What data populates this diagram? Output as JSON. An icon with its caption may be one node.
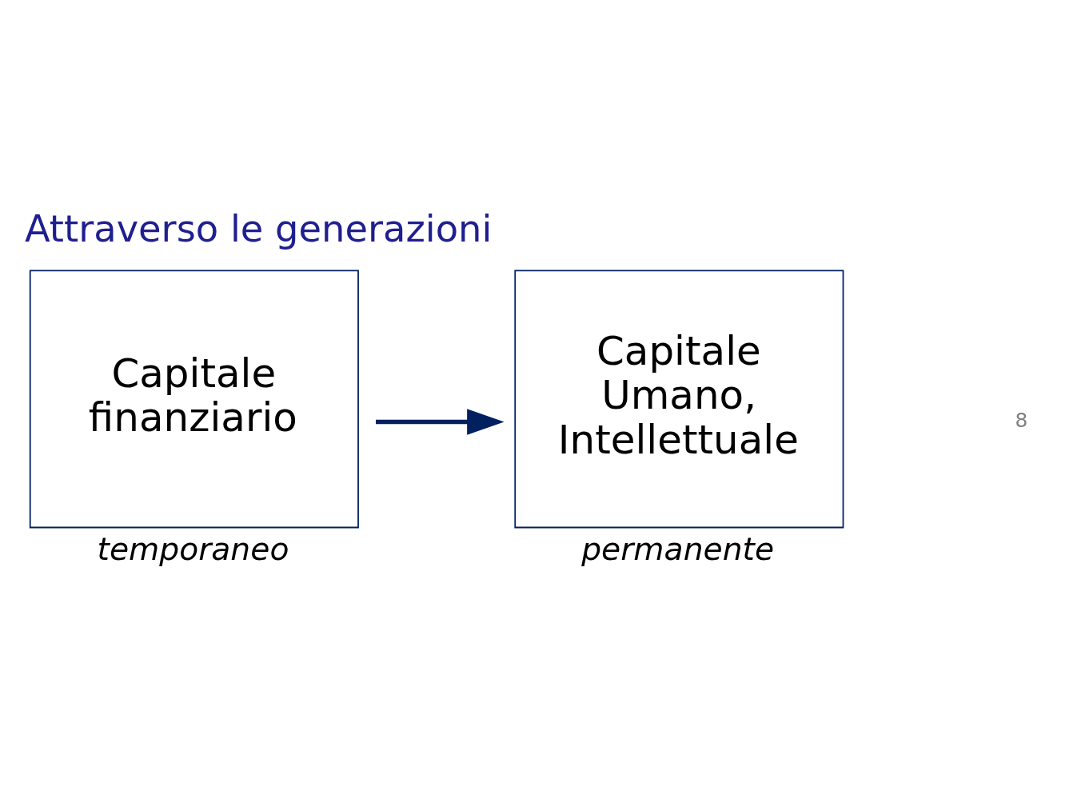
{
  "diagram": {
    "title": "Attraverso le generazioni",
    "nodes": [
      {
        "text": [
          "Capitale finanziario"
        ],
        "beside": [
          "temporaneo"
        ]
      },
      {
        "text": [
          "Capitale Umano, Intellettuale"
        ],
        "beside": [
          "permanente"
        ]
      }
    ],
    "edges": [
      {
        "from": 0,
        "to": 1,
        "arrow": "to",
        "color": "#002060"
      }
    ],
    "labels": [
      "8"
    ]
  }
}
